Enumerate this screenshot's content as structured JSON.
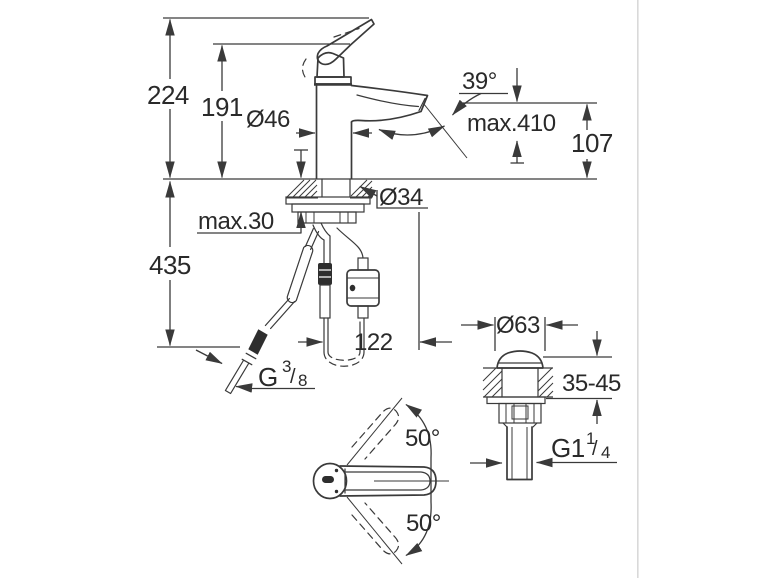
{
  "colors": {
    "background": "#ffffff",
    "line": "#3a3a3a",
    "text": "#2a2a2a",
    "divider": "#d9d9d9"
  },
  "front_view": {
    "height_total": "224",
    "height_to_lever": "191",
    "body_diameter": "Ø46",
    "spout_angle": "39°",
    "max_height": "max.410",
    "spout_height": "107",
    "deck_thickness": "max.30",
    "hole_diameter": "Ø34",
    "hose_length": "435",
    "hose_width": "122",
    "supply_thread": {
      "prefix": "G",
      "numerator": "3",
      "slash": "/",
      "denominator": "8"
    }
  },
  "top_view": {
    "swivel_up": "50°",
    "swivel_down": "50°"
  },
  "drain_view": {
    "plug_diameter": "Ø63",
    "deck_range": "35-45",
    "drain_thread": {
      "prefix": "G1",
      "numerator": "1",
      "slash": "/",
      "denominator": "4"
    }
  }
}
